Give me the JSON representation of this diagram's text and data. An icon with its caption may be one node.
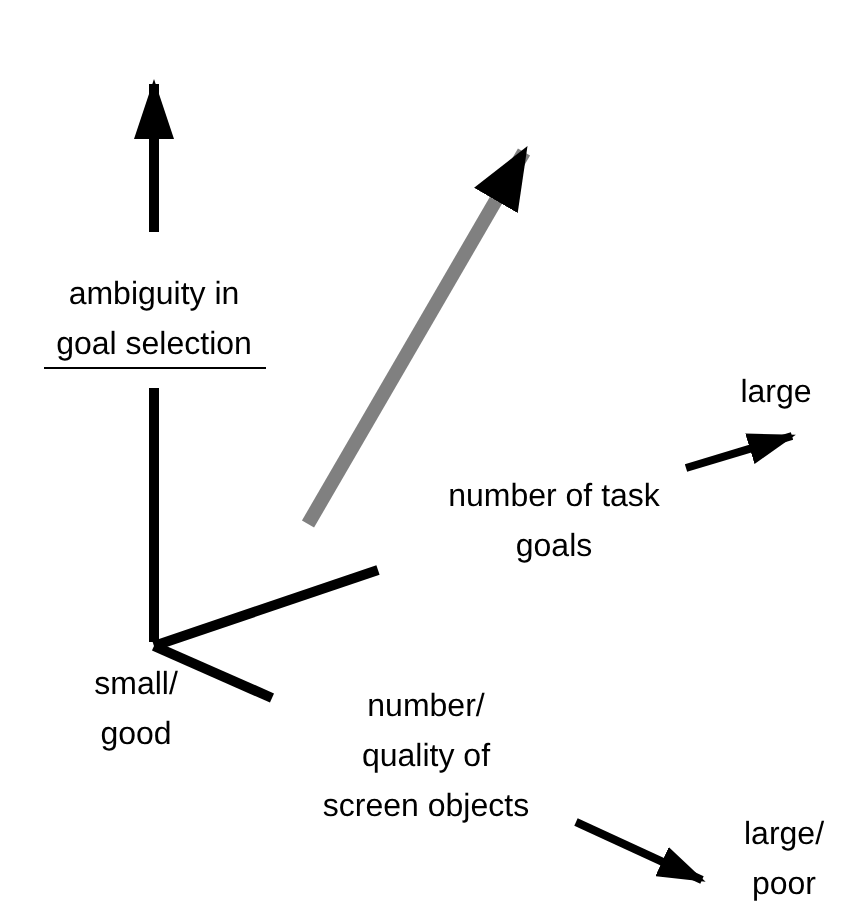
{
  "diagram": {
    "labels": [
      "ambiguity in goal selection",
      "large",
      "number of task goals",
      "small/ good",
      "number/ quality of screen objects",
      "large/ poor"
    ]
  }
}
